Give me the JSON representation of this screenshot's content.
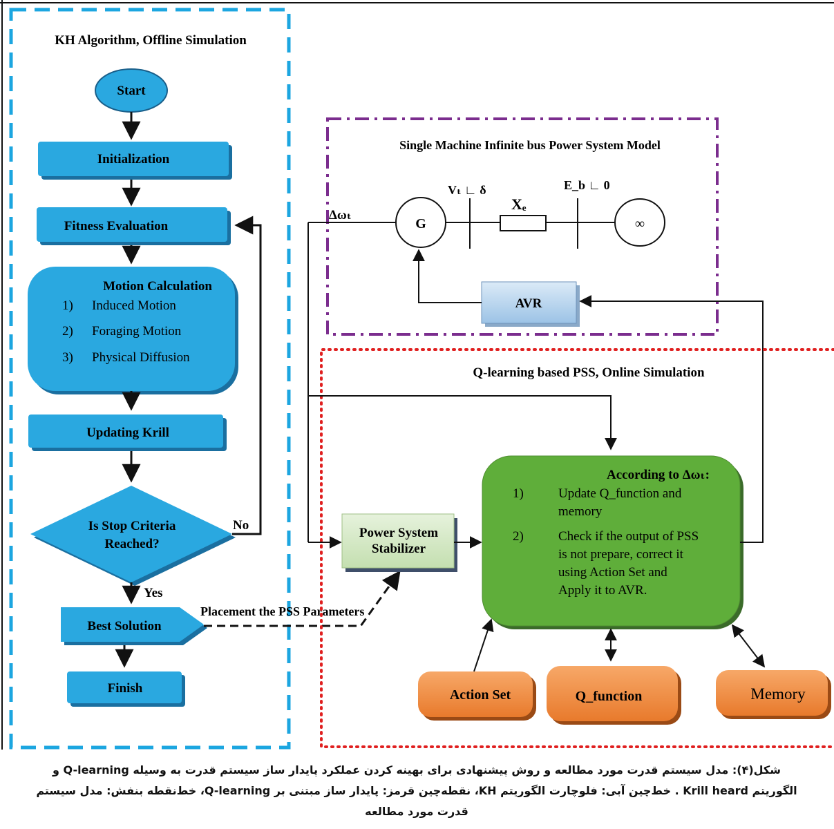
{
  "kh_panel": {
    "title": "KH Algorithm, Offline Simulation",
    "start": "Start",
    "initialization": "Initialization",
    "fitness": "Fitness Evaluation",
    "motion_title": "Motion Calculation",
    "motion_items": [
      {
        "num": "1)",
        "text": "Induced Motion"
      },
      {
        "num": "2)",
        "text": "Foraging Motion"
      },
      {
        "num": "3)",
        "text": "Physical Diffusion"
      }
    ],
    "updating": "Updating Krill",
    "decision_line1": "Is Stop Criteria",
    "decision_line2": "Reached?",
    "no_label": "No",
    "yes_label": "Yes",
    "best_solution": "Best Solution",
    "finish": "Finish",
    "placement": "Placement the PSS Parameters"
  },
  "smib_panel": {
    "title": "Single Machine Infinite bus Power System Model",
    "delta_omega": "Δωₜ",
    "generator": "G",
    "vt": "Vₜ ∟ δ",
    "xe": "Xₑ",
    "eb": "E_b ∟ 0",
    "infinite": "∞",
    "avr": "AVR"
  },
  "q_panel": {
    "title": "Q-learning based PSS, Online Simulation",
    "pss_line1": "Power System",
    "pss_line2": "Stabilizer",
    "according": "According to Δωₜ:",
    "step1_num": "1)",
    "step1_lines": [
      "Update  Q_function  and",
      "memory"
    ],
    "step2_num": "2)",
    "step2_lines": [
      "Check if the output of PSS",
      "is not prepare, correct it",
      "using   Action   Set   and",
      "Apply it to AVR."
    ],
    "action_set": "Action Set",
    "q_function": "Q_function",
    "memory": "Memory"
  },
  "colors": {
    "blue_box": "#2aa8e0",
    "green_box": "#5fae3a",
    "orange_box": "#f08a3e",
    "kh_border": "#1ca6e0",
    "smib_border": "#7b2d8e",
    "q_border": "#e02020"
  },
  "caption": {
    "line1": "شکل(۴): مدل سیستم قدرت مورد مطالعه و روش پیشنهادی برای بهینه کردن عملکرد پایدار ساز سیستم قدرت به وسیله  Q-learning و",
    "line2": "الگوریتم Krill heard . خط‌چین آبی: فلوچارت الگوریتم KH، نقطه‌چین قرمز: پایدار ساز مبتنی بر Q-learning، خط‌نقطه بنفش: مدل سیستم",
    "line3": "قدرت مورد مطالعه"
  }
}
